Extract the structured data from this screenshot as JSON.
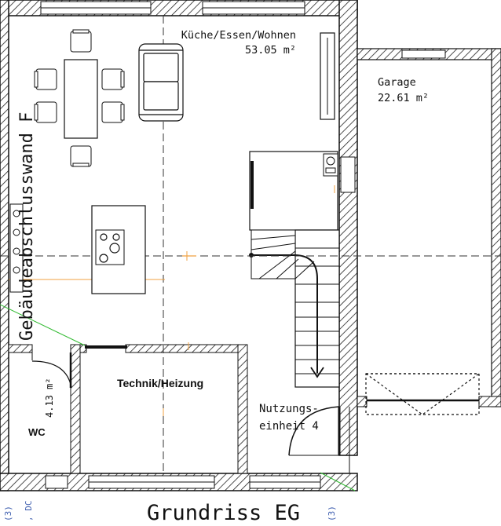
{
  "plan": {
    "title": "Grundriss EG",
    "rooms": {
      "living": {
        "name": "Küche/Essen/Wohnen",
        "area": "53.05 m²"
      },
      "garage": {
        "name": "Garage",
        "area": "22.61 m²"
      },
      "technik": {
        "name": "Technik/Heizung"
      },
      "wc": {
        "name": "WC",
        "area": "4.13 m²"
      },
      "nutzung": {
        "line1": "Nutzungs-",
        "line2": "einheit 4"
      }
    },
    "wall_label": "Gebäudeabschlusswand F",
    "margin_marks": [
      "(3)",
      ", DC",
      "(3)"
    ]
  },
  "colors": {
    "ink": "#111111",
    "hatch": "#222222",
    "orange": "#f0a040",
    "green": "#33bb33",
    "dashed": "#333333"
  }
}
